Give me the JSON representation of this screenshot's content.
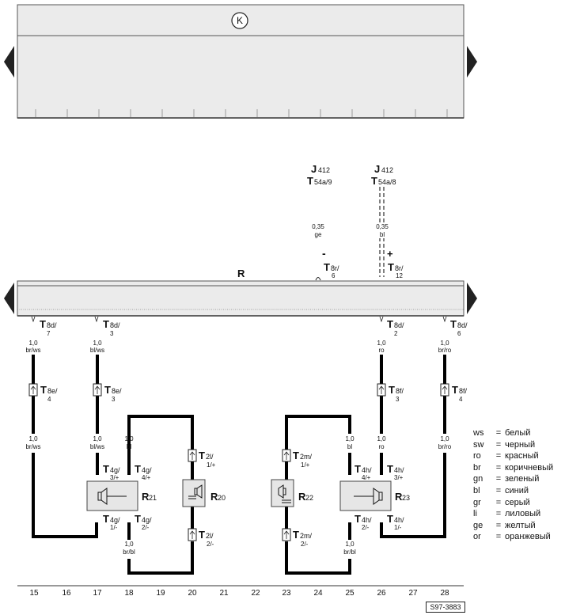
{
  "top_unit": {
    "symbol": "K"
  },
  "bus_main": {
    "label": "R"
  },
  "upper_refs": [
    {
      "component": "J412",
      "comp_letter": "J",
      "comp_sub": "412",
      "pin_letter": "T",
      "pin_sub": "54a/9",
      "wire_size": "0,35",
      "wire_color": "ge"
    },
    {
      "component": "J412",
      "comp_letter": "J",
      "comp_sub": "412",
      "pin_letter": "T",
      "pin_sub": "54a/8",
      "wire_size": "0,35",
      "wire_color": "bl"
    }
  ],
  "bus_top_pins": [
    {
      "letter": "T",
      "sub": "8r/",
      "num": "6",
      "polarity": "-"
    },
    {
      "letter": "T",
      "sub": "8r/",
      "num": "12",
      "polarity": "+"
    }
  ],
  "bus_bottom_pins": [
    {
      "letter": "T",
      "sub": "8d/",
      "num": "7",
      "wire_size": "1,0",
      "wire_color": "br/ws"
    },
    {
      "letter": "T",
      "sub": "8d/",
      "num": "3",
      "wire_size": "1,0",
      "wire_color": "bl/ws"
    },
    {
      "letter": "T",
      "sub": "8d/",
      "num": "2",
      "wire_size": "1,0",
      "wire_color": "ro"
    },
    {
      "letter": "T",
      "sub": "8d/",
      "num": "6",
      "wire_size": "1,0",
      "wire_color": "br/ro"
    }
  ],
  "mid_connectors": [
    {
      "letter": "T",
      "sub": "8e/",
      "num": "4",
      "wire_size": "1,0",
      "wire_color": "br/ws"
    },
    {
      "letter": "T",
      "sub": "8e/",
      "num": "3",
      "wire_size": "1,0",
      "wire_color": "bl/ws"
    },
    {
      "letter": "T",
      "sub": "8f/",
      "num": "3",
      "wire_size": "1,0",
      "wire_color": "ro"
    },
    {
      "letter": "T",
      "sub": "8f/",
      "num": "4",
      "wire_size": "1,0",
      "wire_color": "br/ro"
    }
  ],
  "speakers": [
    {
      "id": "R21",
      "letter": "R",
      "sub": "21",
      "pins": [
        {
          "letter": "T",
          "sub": "4g/",
          "num": "3/+"
        },
        {
          "letter": "T",
          "sub": "4g/",
          "num": "4/+"
        },
        {
          "letter": "T",
          "sub": "4g/",
          "num": "1/-"
        },
        {
          "letter": "T",
          "sub": "4g/",
          "num": "2/-"
        }
      ],
      "wires": [
        {
          "size": "1,0",
          "color": "bl"
        },
        {
          "size": "1,0",
          "color": "br/bl"
        }
      ]
    },
    {
      "id": "R20",
      "letter": "R",
      "sub": "20",
      "pins": [
        {
          "letter": "T",
          "sub": "2l/",
          "num": "1/+"
        },
        {
          "letter": "T",
          "sub": "2l/",
          "num": "2/-"
        }
      ]
    },
    {
      "id": "R22",
      "letter": "R",
      "sub": "22",
      "pins": [
        {
          "letter": "T",
          "sub": "2m/",
          "num": "1/+"
        },
        {
          "letter": "T",
          "sub": "2m/",
          "num": "2/-"
        }
      ]
    },
    {
      "id": "R23",
      "letter": "R",
      "sub": "23",
      "pins": [
        {
          "letter": "T",
          "sub": "4h/",
          "num": "4/+"
        },
        {
          "letter": "T",
          "sub": "4h/",
          "num": "3/+"
        },
        {
          "letter": "T",
          "sub": "4h/",
          "num": "2/-"
        },
        {
          "letter": "T",
          "sub": "4h/",
          "num": "1/-"
        }
      ],
      "wires": [
        {
          "size": "1,0",
          "color": "bl"
        },
        {
          "size": "1,0",
          "color": "br/bl"
        }
      ]
    }
  ],
  "legend": [
    {
      "code": "ws",
      "meaning": "белый"
    },
    {
      "code": "sw",
      "meaning": "черный"
    },
    {
      "code": "ro",
      "meaning": "красный"
    },
    {
      "code": "br",
      "meaning": "коричневый"
    },
    {
      "code": "gn",
      "meaning": "зеленый"
    },
    {
      "code": "bl",
      "meaning": "синий"
    },
    {
      "code": "gr",
      "meaning": "серый"
    },
    {
      "code": "li",
      "meaning": "лиловый"
    },
    {
      "code": "ge",
      "meaning": "желтый"
    },
    {
      "code": "or",
      "meaning": "оранжевый"
    }
  ],
  "legend_eq": "=",
  "column_numbers": [
    "15",
    "16",
    "17",
    "18",
    "19",
    "20",
    "21",
    "22",
    "23",
    "24",
    "25",
    "26",
    "27",
    "28"
  ],
  "doc_id": "S97-3883",
  "colors": {
    "panel_fill": "#ebebeb",
    "panel_stroke": "#555555",
    "wire": "#000000",
    "text": "#111111"
  }
}
